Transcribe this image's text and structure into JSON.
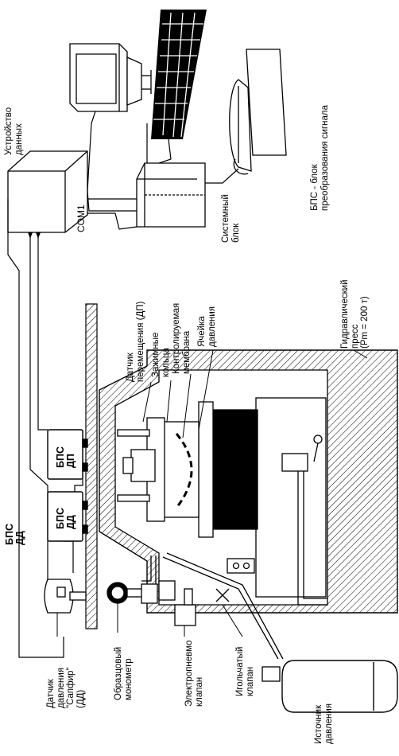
{
  "labels": {
    "device": "Устройство\nданных",
    "com1": "COM1",
    "system_unit": "Системный\nблок",
    "bps_legend": "БПС - блок\nпреобразования сигнала",
    "bps_dd_top": "БПС\nДД",
    "bps_dd_box": "БПС\nДД",
    "bps_dp_box": "БПС\nДП",
    "disp_sensor": "Датчик\nперемещения (ДП)",
    "clamp_rings": "Зажимные\nкольца",
    "membrane": "Контролируемая\nмембрана",
    "cell": "Ячейка\nдавления",
    "press": "Гидравлический\nпресс\n(Pm = 200 т)",
    "pressure_sensor": "Датчик\nдавления\n\"Сапфир\"\n(ДД)",
    "manometer": "Образцовый\nмонометр",
    "valve": "Электропневмо\nклапан",
    "needle_valve": "Игольчатый\nклапан",
    "pressure_source": "Источник\nдавления"
  }
}
